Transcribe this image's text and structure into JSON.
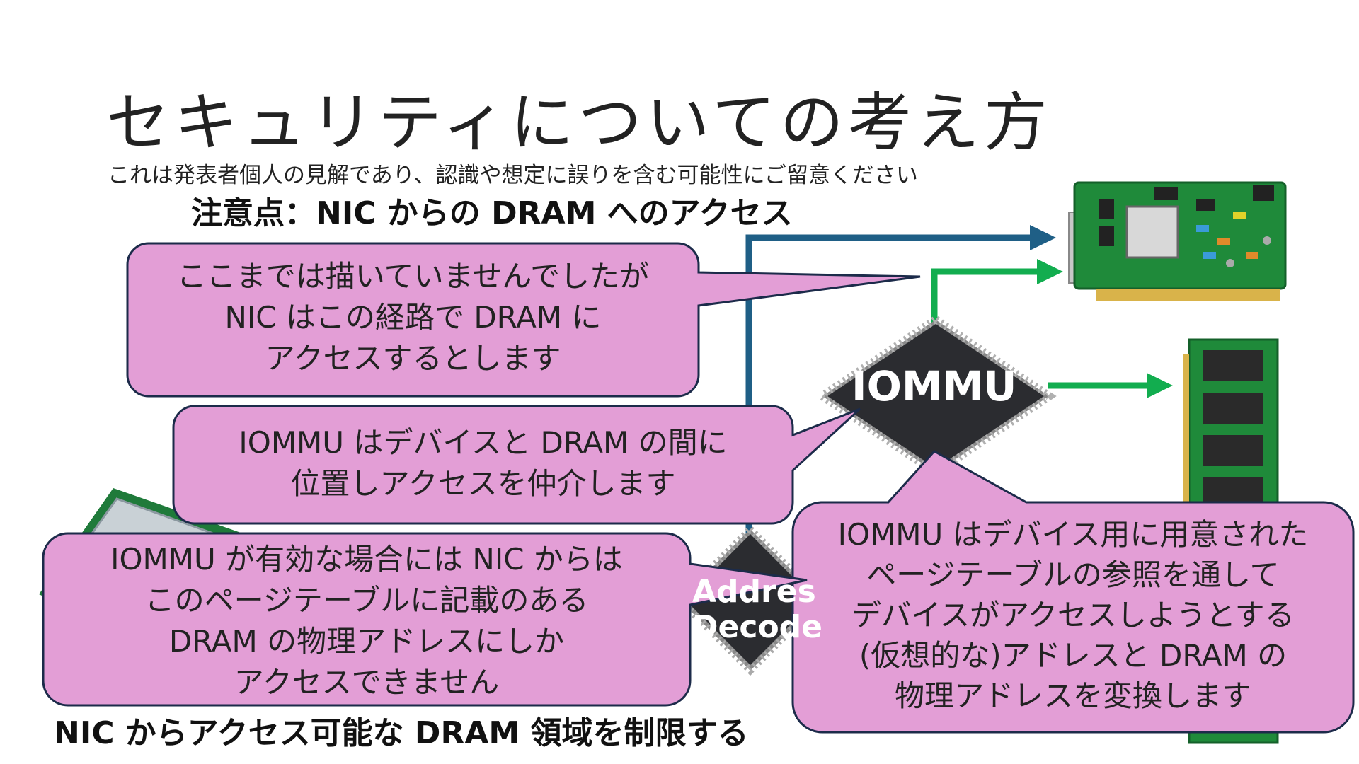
{
  "slide": {
    "title": "セキュリティについての考え方",
    "disclaimer": "これは発表者個人の見解であり、認識や想定に誤りを含む可能性にご留意ください",
    "subtitle": "注意点：NIC からの DRAM へのアクセス",
    "footer": "NIC からアクセス可能な DRAM 領域を制限する"
  },
  "chips": {
    "iommu": "IOMMU",
    "decoder_line1": "Addres",
    "decoder_line2": "Decode"
  },
  "callouts": {
    "nic_path": [
      "ここまでは描いていませんでしたが",
      "NIC はこの経路で DRAM に",
      "アクセスするとします"
    ],
    "iommu_position": [
      "IOMMU はデバイスと DRAM の間に",
      "位置しアクセスを仲介します"
    ],
    "iommu_enabled": [
      "IOMMU が有効な場合には NIC からは",
      "このページテーブルに記載のある",
      "DRAM の物理アドレスにしか",
      "アクセスできません"
    ],
    "page_table": [
      "IOMMU はデバイス用に用意された",
      "ページテーブルの参照を通して",
      "デバイスがアクセスしようとする",
      "(仮想的な)アドレスと DRAM の",
      "物理アドレスを変換します"
    ]
  },
  "colors": {
    "callout_fill": "#e39ed6",
    "callout_stroke": "#1c2b4a",
    "arrow_blue": "#1f5f86",
    "arrow_green": "#12ad4f",
    "chip_body": "#2b2c30",
    "pcb_green": "#1f8a3a"
  }
}
